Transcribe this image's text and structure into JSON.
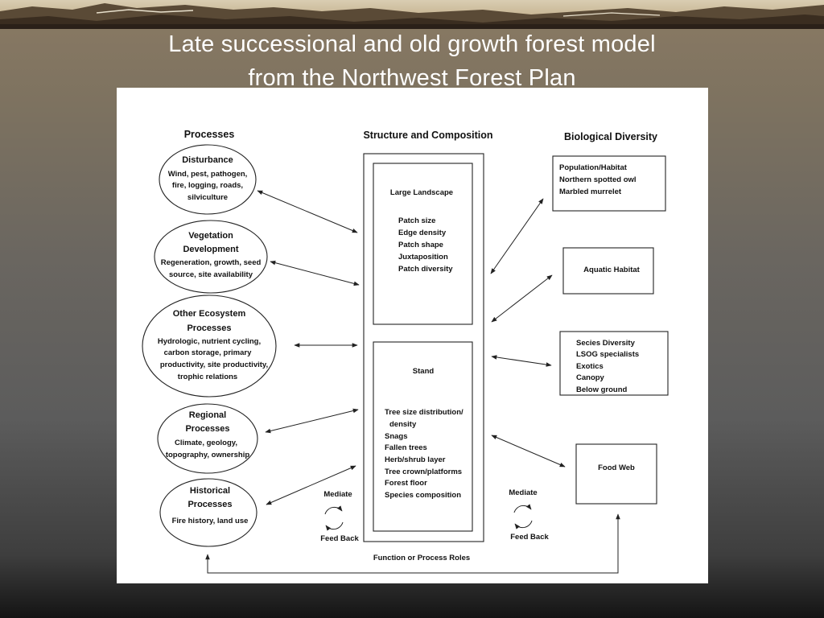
{
  "slide": {
    "title_line1": "Late successional and old growth forest model",
    "title_line2": "from the Northwest Forest Plan"
  },
  "diagram": {
    "processes": {
      "header": "Processes",
      "disturbance": {
        "title": "Disturbance",
        "lines": [
          "Wind, pest, pathogen,",
          "fire, logging, roads,",
          "silviculture"
        ]
      },
      "vegetation": {
        "title1": "Vegetation",
        "title2": "Development",
        "lines": [
          "Regeneration, growth, seed",
          "source, site availability"
        ]
      },
      "other_ecosystem": {
        "title1": "Other Ecosystem",
        "title2": "Processes",
        "lines": [
          "Hydrologic, nutrient cycling,",
          "carbon storage, primary",
          "productivity, site productivity,",
          "trophic relations"
        ]
      },
      "regional": {
        "title1": "Regional",
        "title2": "Processes",
        "lines": [
          "Climate, geology,",
          "topography, ownership"
        ]
      },
      "historical": {
        "title1": "Historical",
        "title2": "Processes",
        "lines": [
          "Fire history, land use"
        ]
      }
    },
    "structure": {
      "header": "Structure and Composition",
      "landscape": {
        "title": "Large Landscape",
        "items": [
          "Patch size",
          "Edge density",
          "Patch shape",
          "Juxtaposition",
          "Patch diversity"
        ]
      },
      "stand": {
        "title": "Stand",
        "items": [
          "Tree size distribution/",
          "density",
          "Snags",
          "Fallen trees",
          "Herb/shrub layer",
          "Tree crown/platforms",
          "Forest floor",
          "Species composition"
        ]
      }
    },
    "biodiversity": {
      "header": "Biological Diversity",
      "population": {
        "lines": [
          "Population/Habitat",
          "Northern spotted owl",
          "Marbled murrelet"
        ]
      },
      "aquatic": {
        "label": "Aquatic Habitat"
      },
      "species": {
        "lines": [
          "Secies Diversity",
          "LSOG specialists",
          "Exotics",
          "Canopy",
          "Below ground"
        ]
      },
      "foodweb": {
        "label": "Food Web"
      }
    },
    "roles": {
      "left_mediate": "Mediate",
      "left_feedback": "Feed Back",
      "right_mediate": "Mediate",
      "right_feedback": "Feed Back",
      "function_label": "Function or Process Roles"
    }
  },
  "colors": {
    "title_text": "#ffffff",
    "panel_bg": "#ffffff",
    "diagram_ink": "#111111"
  }
}
